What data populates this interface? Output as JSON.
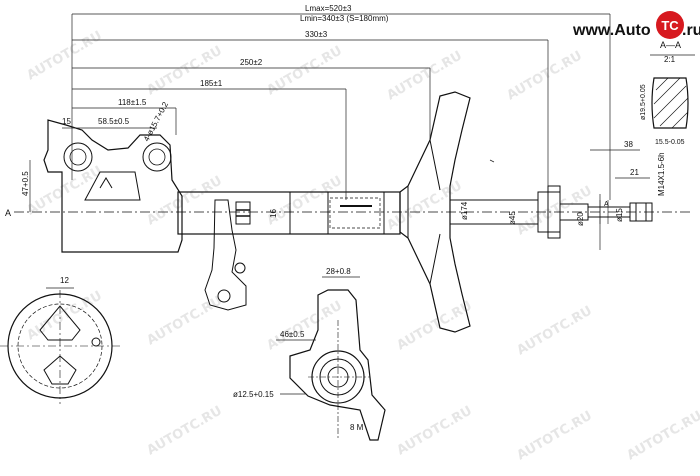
{
  "logo": {
    "prefix": "www.Auto",
    "mark": "TC",
    "suffix": ".ru",
    "brand_color": "#d7191f"
  },
  "watermark": "AUTOTC.RU",
  "dimensions": {
    "lmax": "Lmax=520±3",
    "lmin": "Lmin=340±3 (S=180mm)",
    "d330": "330±3",
    "d250": "250±2",
    "d185": "185±1",
    "d118": "118±1.5",
    "d58": "58.5±0.5",
    "d15": "15",
    "holes": "4-ø15.7+0.2",
    "d47": "47+0.5",
    "d16": "16",
    "d174": "ø174",
    "d45": "ø45",
    "d20": "ø20",
    "d15b": "ø15",
    "thread": "M14X1.5-6h",
    "d38": "38",
    "d21": "21",
    "d12": "12",
    "d28": "28+0.8",
    "d46": "46±0.5",
    "d12_5": "ø12.5+0.15",
    "m8": "8 M",
    "sec_a_left": "A",
    "sec_a_right": "A",
    "sec_title": "A—A",
    "sec_scale": "2:1",
    "sec_d19": "ø19.5+0.05",
    "sec_d15": "15.5-0.05"
  },
  "colors": {
    "line": "#111111",
    "dim": "#222222"
  }
}
